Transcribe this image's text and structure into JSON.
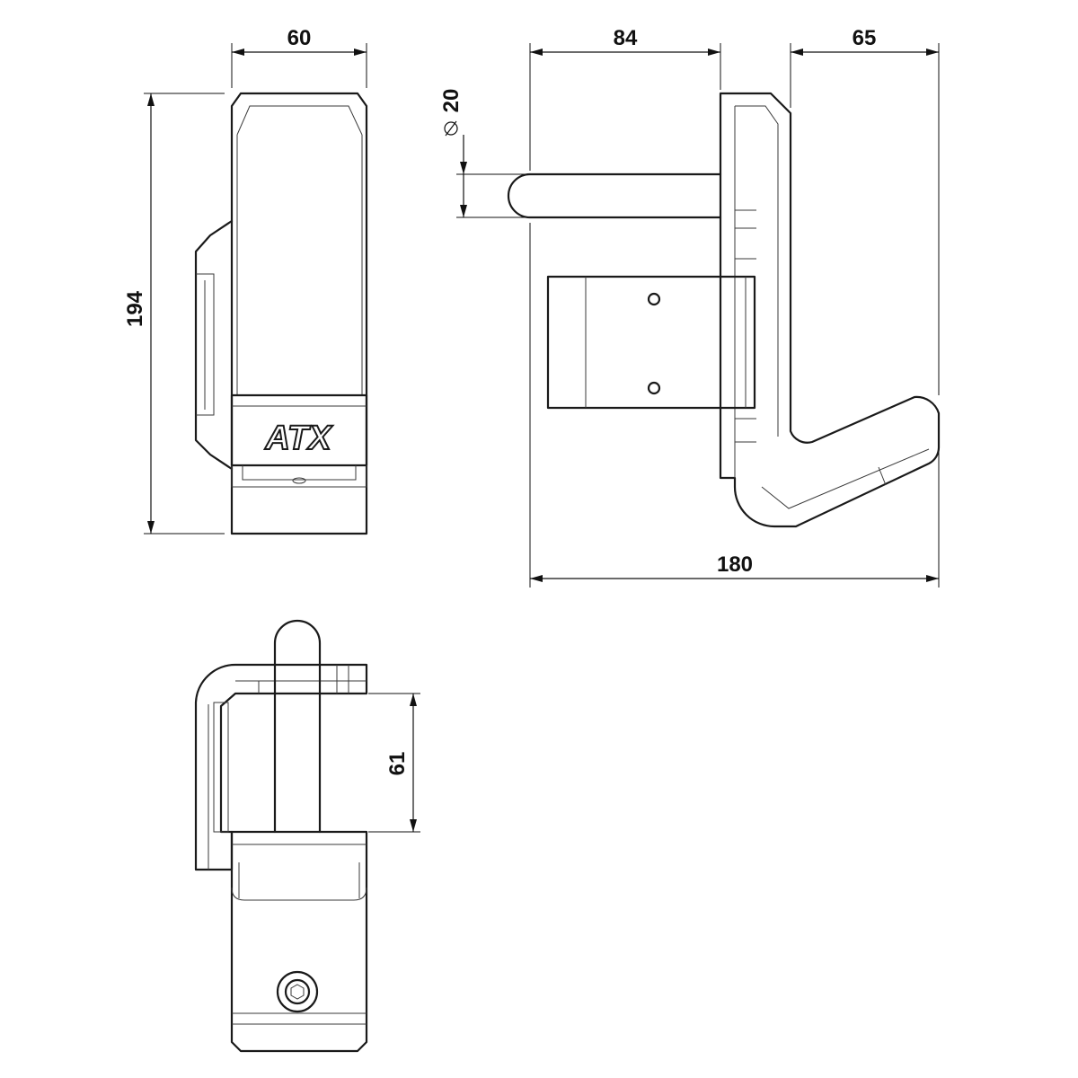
{
  "brand": {
    "logo_text": "ATX"
  },
  "dimensions": {
    "width_front": "60",
    "height_front": "194",
    "peg_diameter": "20",
    "peg_length": "84",
    "hook_width": "65",
    "total_depth": "180",
    "top_view_gap": "61"
  }
}
